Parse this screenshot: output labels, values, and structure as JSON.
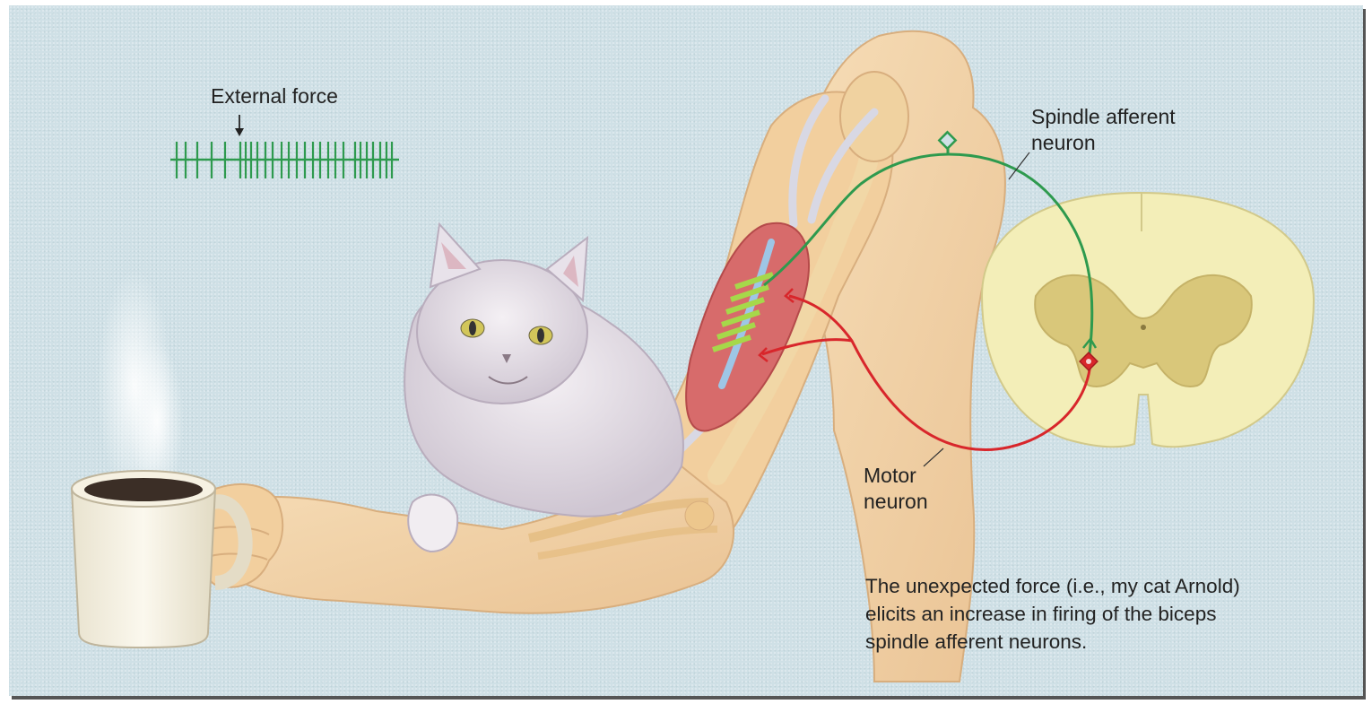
{
  "labels": {
    "external_force": "External force",
    "spindle_afferent_line1": "Spindle afferent",
    "spindle_afferent_line2": "neuron",
    "motor_neuron_line1": "Motor",
    "motor_neuron_line2": "neuron"
  },
  "caption": {
    "line1": "The unexpected force (i.e., my cat Arnold)",
    "line2": "elicits an increase in firing of the biceps",
    "line3": "spindle afferent neurons."
  },
  "colors": {
    "background": "#cfe0e6",
    "spindle_afferent": "#2e9a4e",
    "motor_neuron": "#d8262b",
    "spinal_cord_white": "#f3eeb8",
    "spinal_cord_gray": "#d9c77a",
    "skin": "#f2d3a8",
    "muscle": "#d76b6b"
  }
}
